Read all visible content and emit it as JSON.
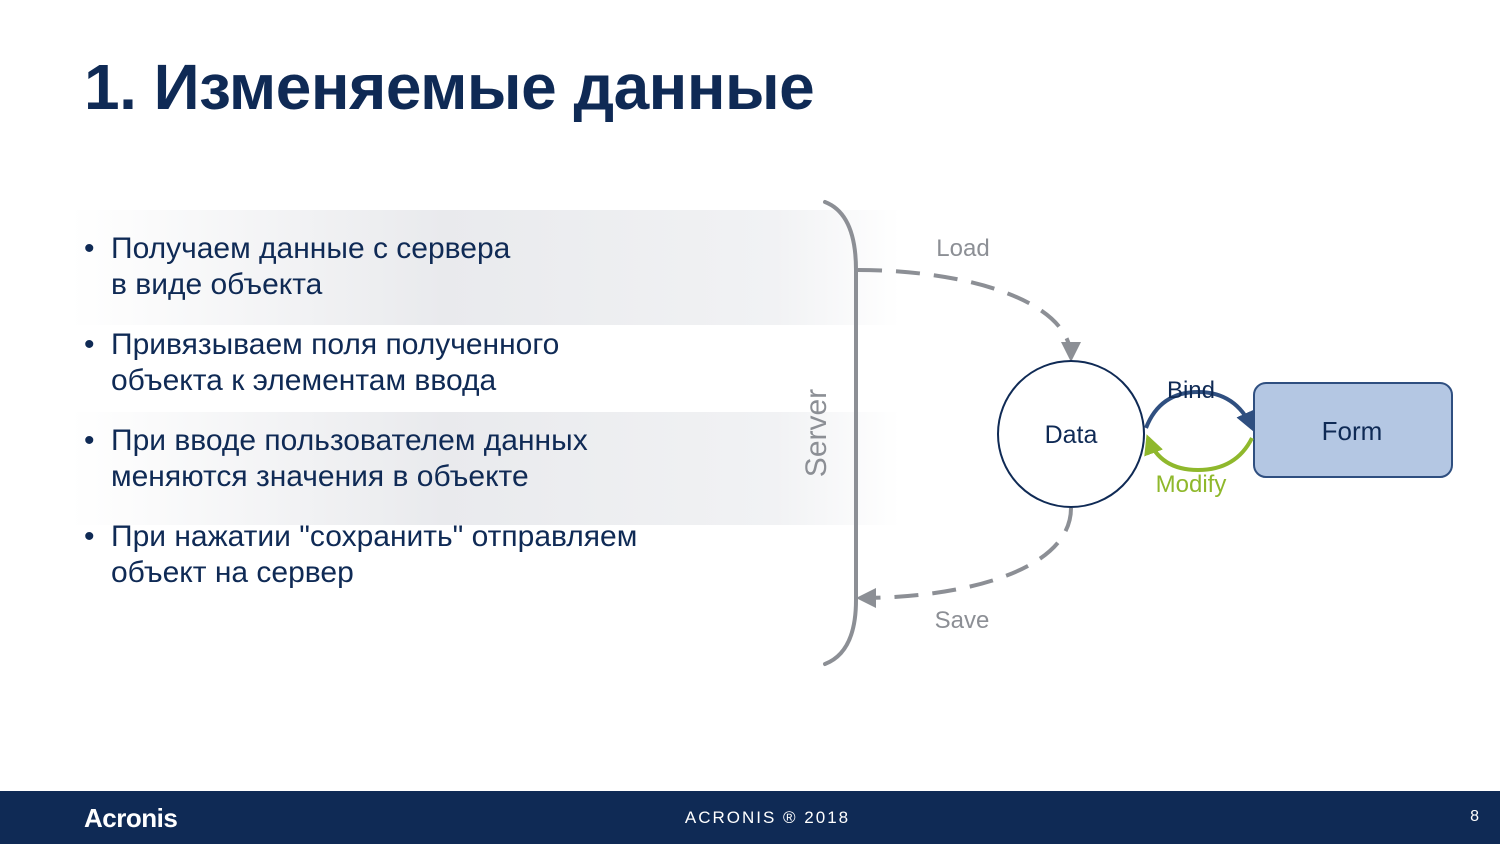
{
  "slide": {
    "title": "1. Изменяемые данные",
    "bullets": [
      {
        "lines": [
          "Получаем данные с сервера",
          "в виде объекта"
        ]
      },
      {
        "lines": [
          "Привязываем поля полученного",
          "объекта к элементам ввода"
        ]
      },
      {
        "lines": [
          "При вводе пользователем данных",
          "меняются значения в объекте"
        ]
      },
      {
        "lines": [
          "При нажатии \"сохранить\" отправляем",
          "объект на сервер"
        ]
      }
    ],
    "bullet_symbol": "•"
  },
  "diagram": {
    "server_label": "Server",
    "data_label": "Data",
    "form_label": "Form",
    "load_label": "Load",
    "save_label": "Save",
    "bind_label": "Bind",
    "modify_label": "Modify",
    "colors": {
      "dark_blue": "#0f2a55",
      "form_fill": "#b4c7e3",
      "form_stroke": "#2f4f80",
      "grey": "#8c8f95",
      "green": "#8fb82c"
    }
  },
  "footer": {
    "logo": "Acronis",
    "copyright": "ACRONIS ® 2018",
    "page_number": "8"
  }
}
